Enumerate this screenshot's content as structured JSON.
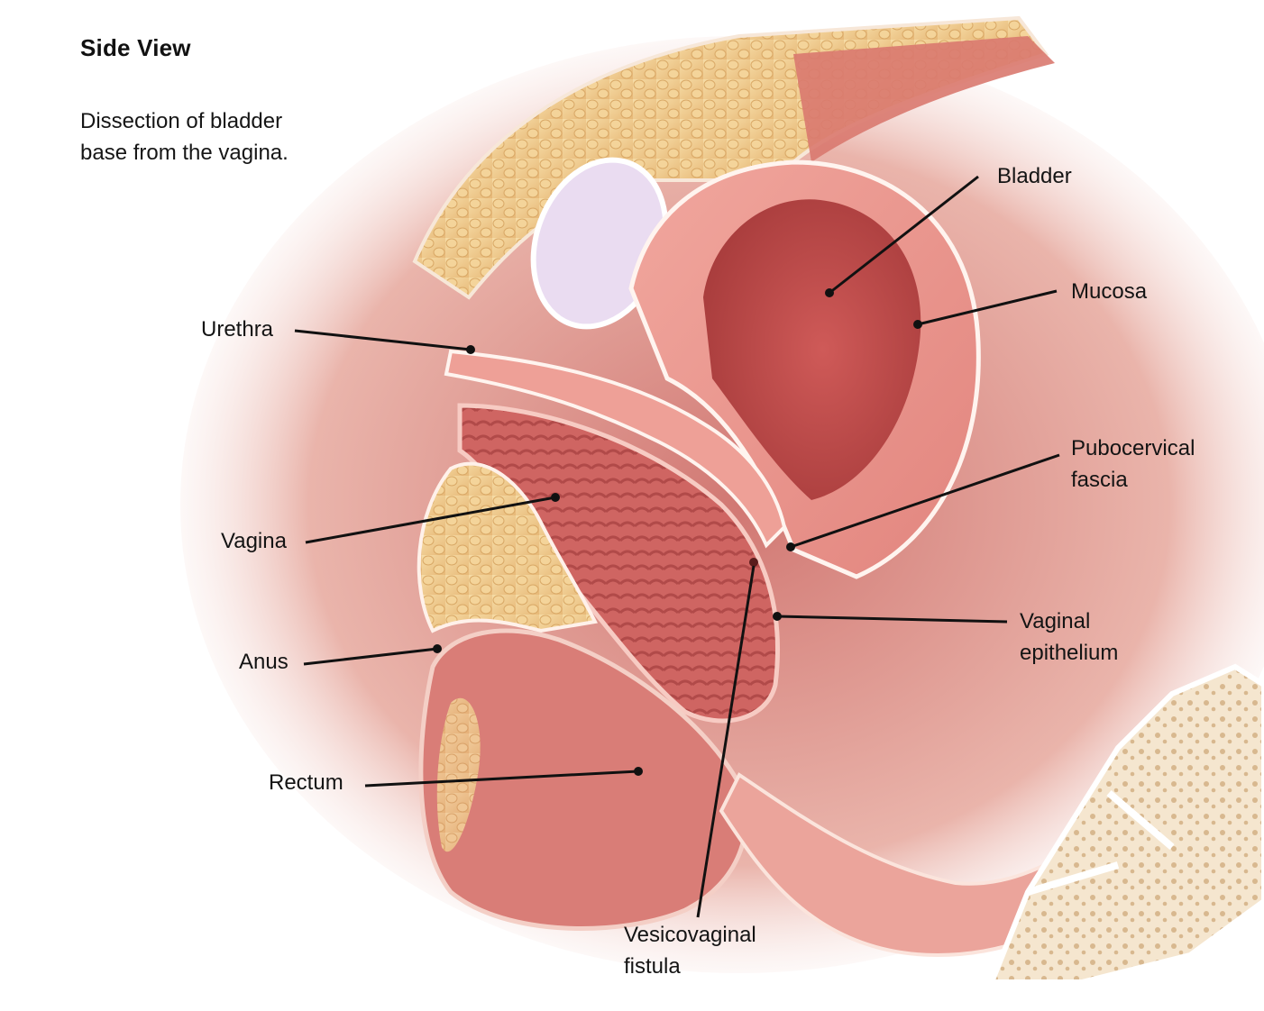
{
  "heading": {
    "title": "Side View",
    "subtitle_lines": [
      "Dissection of bladder",
      "base from the vagina."
    ]
  },
  "labels": {
    "bladder": {
      "lines": [
        "Bladder"
      ]
    },
    "mucosa": {
      "lines": [
        "Mucosa"
      ]
    },
    "urethra": {
      "lines": [
        "Urethra"
      ]
    },
    "pubocervical_fascia": {
      "lines": [
        "Pubocervical",
        "fascia"
      ]
    },
    "vagina": {
      "lines": [
        "Vagina"
      ]
    },
    "vaginal_epithelium": {
      "lines": [
        "Vaginal",
        "epithelium"
      ]
    },
    "anus": {
      "lines": [
        "Anus"
      ]
    },
    "rectum": {
      "lines": [
        "Rectum"
      ]
    },
    "vesicovaginal_fistula": {
      "lines": [
        "Vesicovaginal",
        "fistula"
      ]
    }
  },
  "colors": {
    "tissue_dark": "#b84a45",
    "tissue_mid": "#e08a84",
    "tissue_light": "#f4b8b0",
    "fat": "#efc98a",
    "membrane": "#fff3ef",
    "leader_line": "#111111"
  }
}
